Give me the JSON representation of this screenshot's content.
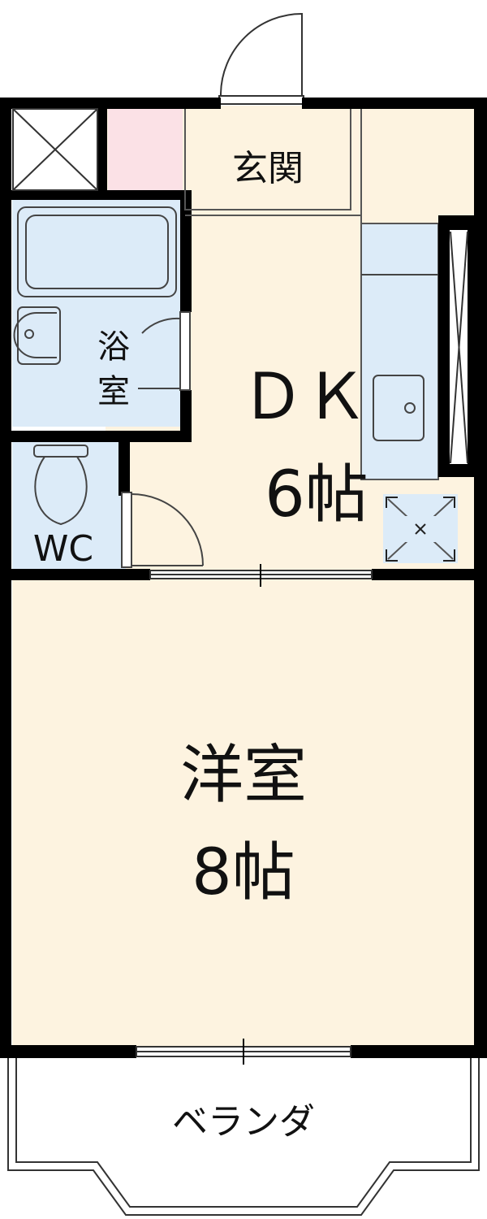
{
  "floor_plan": {
    "rooms": {
      "entrance": {
        "label": "玄関"
      },
      "bath": {
        "label_line1": "浴",
        "label_line2": "室"
      },
      "toilet": {
        "label": "WC"
      },
      "dining_kitchen": {
        "label_line1": "ＤＫ",
        "label_line2": "6帖"
      },
      "western_room": {
        "label_line1": "洋室",
        "label_line2": "8帖"
      },
      "balcony": {
        "label": "ベランダ"
      }
    },
    "colors": {
      "wall": "#000000",
      "room_floor": "#fdf3e0",
      "wet_area": "#dcebf8",
      "storage_pink": "#fbe1e6",
      "line": "#333333"
    }
  }
}
